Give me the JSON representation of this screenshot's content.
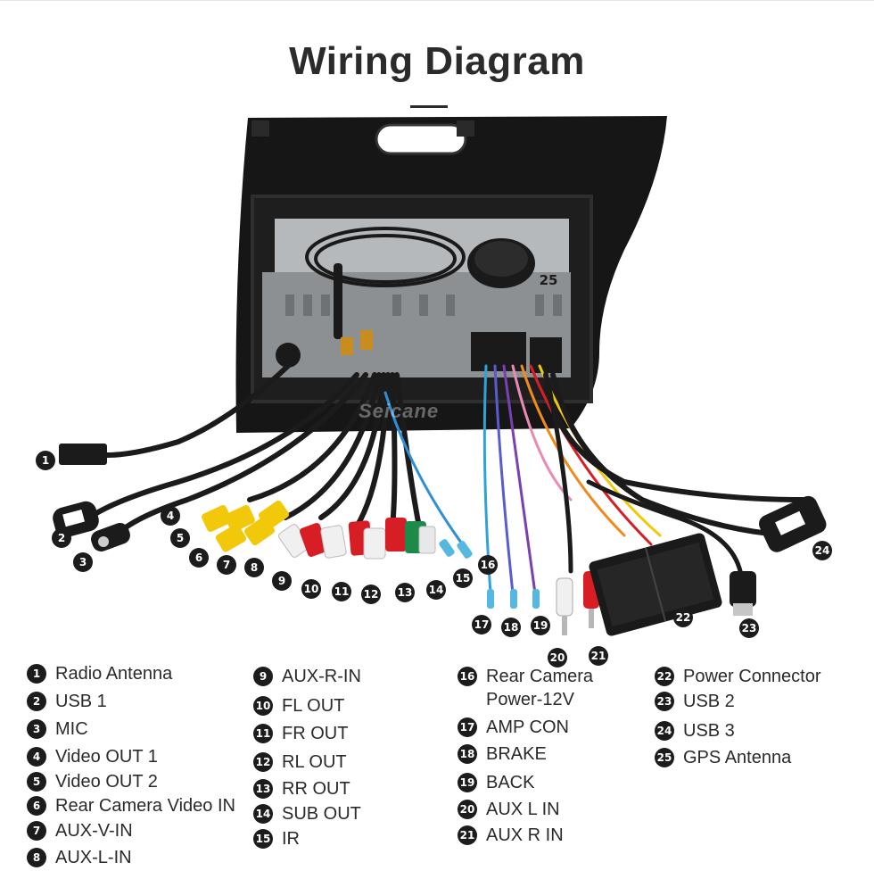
{
  "title": "Wiring Diagram",
  "watermark": "Seicane",
  "callouts": {
    "c1": "1",
    "c2": "2",
    "c3": "3",
    "c4": "4",
    "c5": "5",
    "c6": "6",
    "c7": "7",
    "c8": "8",
    "c9": "9",
    "c10": "10",
    "c11": "11",
    "c12": "12",
    "c13": "13",
    "c14": "14",
    "c15": "15",
    "c16": "16",
    "c17": "17",
    "c18": "18",
    "c19": "19",
    "c20": "20",
    "c21": "21",
    "c22": "22",
    "c23": "23",
    "c24": "24",
    "c25": "25"
  },
  "legend": [
    {
      "num": "1",
      "label": "Radio Antenna"
    },
    {
      "num": "2",
      "label": "USB 1"
    },
    {
      "num": "3",
      "label": "MIC"
    },
    {
      "num": "4",
      "label": "Video OUT 1"
    },
    {
      "num": "5",
      "label": "Video OUT 2"
    },
    {
      "num": "6",
      "label": "Rear Camera Video IN"
    },
    {
      "num": "7",
      "label": "AUX-V-IN"
    },
    {
      "num": "8",
      "label": "AUX-L-IN"
    },
    {
      "num": "9",
      "label": "AUX-R-IN"
    },
    {
      "num": "10",
      "label": "FL OUT"
    },
    {
      "num": "11",
      "label": "FR OUT"
    },
    {
      "num": "12",
      "label": "RL OUT"
    },
    {
      "num": "13",
      "label": "RR OUT"
    },
    {
      "num": "14",
      "label": "SUB OUT"
    },
    {
      "num": "15",
      "label": "IR"
    },
    {
      "num": "16",
      "label": "Rear Camera\nPower-12V"
    },
    {
      "num": "17",
      "label": "AMP CON"
    },
    {
      "num": "18",
      "label": "BRAKE"
    },
    {
      "num": "19",
      "label": "BACK"
    },
    {
      "num": "20",
      "label": "AUX L IN"
    },
    {
      "num": "21",
      "label": "AUX R IN"
    },
    {
      "num": "22",
      "label": "Power Connector"
    },
    {
      "num": "23",
      "label": "USB 2"
    },
    {
      "num": "24",
      "label": "USB 3"
    },
    {
      "num": "25",
      "label": "GPS Antenna"
    }
  ],
  "colors": {
    "rca_yellow": "#f2c90a",
    "rca_red": "#d81e25",
    "rca_white": "#f4f4f4",
    "rca_green": "#1d8a4a",
    "panel_black": "#141414",
    "chassis_gray": "#9fa3a6"
  }
}
